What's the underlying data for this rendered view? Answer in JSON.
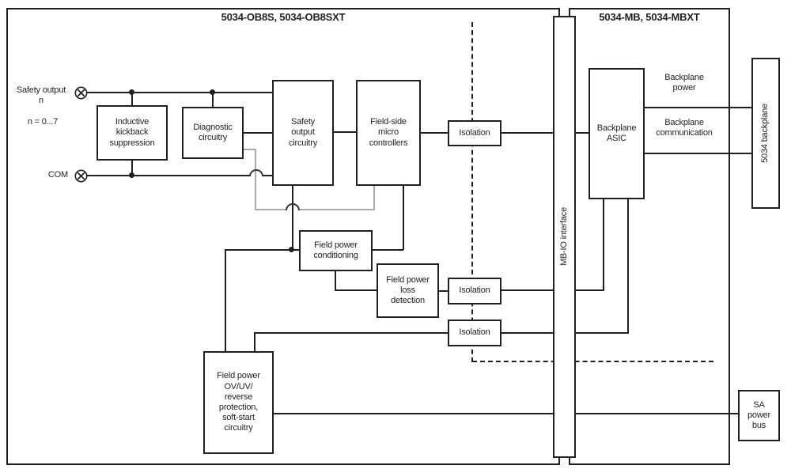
{
  "diagram": {
    "titles": {
      "left": "5034-OB8S, 5034-OB8SXT",
      "right": "5034-MB, 5034-MBXT"
    },
    "terminals": {
      "safety_output": "Safety output\nn",
      "range": "n = 0...7",
      "com": "COM"
    },
    "boxes": {
      "inductive": "Inductive\nkickback\nsuppression",
      "diagnostic": "Diagnostic\ncircuitry",
      "safety_output_circuitry": "Safety\noutput\ncircuitry",
      "field_side_micro": "Field-side\nmicro\ncontrollers",
      "isolation1": "Isolation",
      "isolation2": "Isolation",
      "isolation3": "Isolation",
      "field_power_conditioning": "Field power\nconditioning",
      "field_power_loss": "Field power\nloss\ndetection",
      "field_power_protection": "Field power\nOV/UV/\nreverse\nprotection,\nsoft-start\ncircuitry",
      "backplane_asic": "Backplane\nASIC",
      "sa_power_bus": "SA\npower\nbus"
    },
    "buses": {
      "mb_io": "MB-IO interface",
      "backplane": "5034 backplane",
      "backplane_power": "Backplane\npower",
      "backplane_communication": "Backplane\ncommunication"
    },
    "colors": {
      "line": "#231f20",
      "secondary_line": "#a7a9ac",
      "background": "#ffffff"
    }
  }
}
